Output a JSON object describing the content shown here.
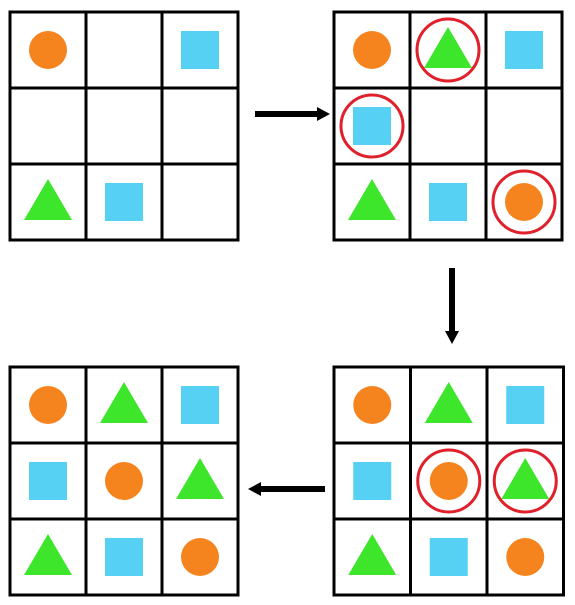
{
  "colors": {
    "circle": "#f5841f",
    "triangle": "#3ee62b",
    "square": "#56d1f4",
    "highlight": "#e0202a",
    "grid": "#000000",
    "arrow": "#000000"
  },
  "grids": [
    {
      "id": "step-1",
      "cells": [
        [
          "circle",
          "",
          "square"
        ],
        [
          "",
          "",
          ""
        ],
        [
          "triangle",
          "square",
          ""
        ]
      ],
      "highlighted": []
    },
    {
      "id": "step-2",
      "cells": [
        [
          "circle",
          "triangle",
          "square"
        ],
        [
          "square",
          "",
          ""
        ],
        [
          "triangle",
          "square",
          "circle"
        ]
      ],
      "highlighted": [
        [
          0,
          1
        ],
        [
          1,
          0
        ],
        [
          2,
          2
        ]
      ]
    },
    {
      "id": "step-3",
      "cells": [
        [
          "circle",
          "triangle",
          "square"
        ],
        [
          "square",
          "circle",
          "triangle"
        ],
        [
          "triangle",
          "square",
          "circle"
        ]
      ],
      "highlighted": [
        [
          1,
          1
        ],
        [
          1,
          2
        ]
      ]
    },
    {
      "id": "step-4",
      "cells": [
        [
          "circle",
          "triangle",
          "square"
        ],
        [
          "square",
          "circle",
          "triangle"
        ],
        [
          "triangle",
          "square",
          "circle"
        ]
      ],
      "highlighted": []
    }
  ],
  "arrows": [
    {
      "id": "arrow-step-1-to-2",
      "direction": "right"
    },
    {
      "id": "arrow-step-2-to-3",
      "direction": "down"
    },
    {
      "id": "arrow-step-3-to-4",
      "direction": "left"
    }
  ]
}
